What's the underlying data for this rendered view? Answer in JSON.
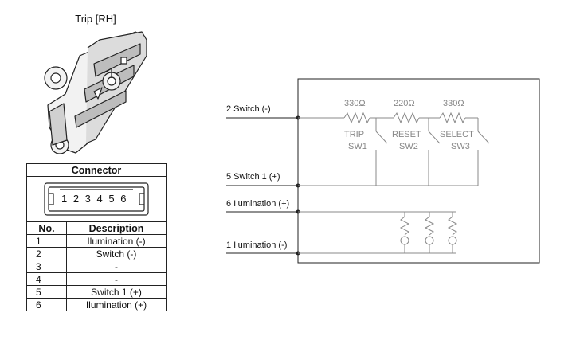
{
  "title": "Trip [RH]",
  "connector": {
    "header": "Connector",
    "pins_label": "1 2 3 4 5 6",
    "col_no": "No.",
    "col_desc": "Description",
    "rows": [
      {
        "no": "1",
        "desc": "Ilumination (-)"
      },
      {
        "no": "2",
        "desc": "Switch (-)"
      },
      {
        "no": "3",
        "desc": "-"
      },
      {
        "no": "4",
        "desc": "-"
      },
      {
        "no": "5",
        "desc": "Switch 1 (+)"
      },
      {
        "no": "6",
        "desc": "Ilumination (+)"
      }
    ]
  },
  "schematic": {
    "wires": {
      "w2": "2 Switch (-)",
      "w5": "5 Switch 1 (+)",
      "w6": "6 Ilumination (+)",
      "w1": "1 Ilumination (-)"
    },
    "resistors": [
      "330Ω",
      "220Ω",
      "330Ω"
    ],
    "switches": [
      {
        "name": "TRIP",
        "id": "SW1"
      },
      {
        "name": "RESET",
        "id": "SW2"
      },
      {
        "name": "SELECT",
        "id": "SW3"
      }
    ]
  }
}
